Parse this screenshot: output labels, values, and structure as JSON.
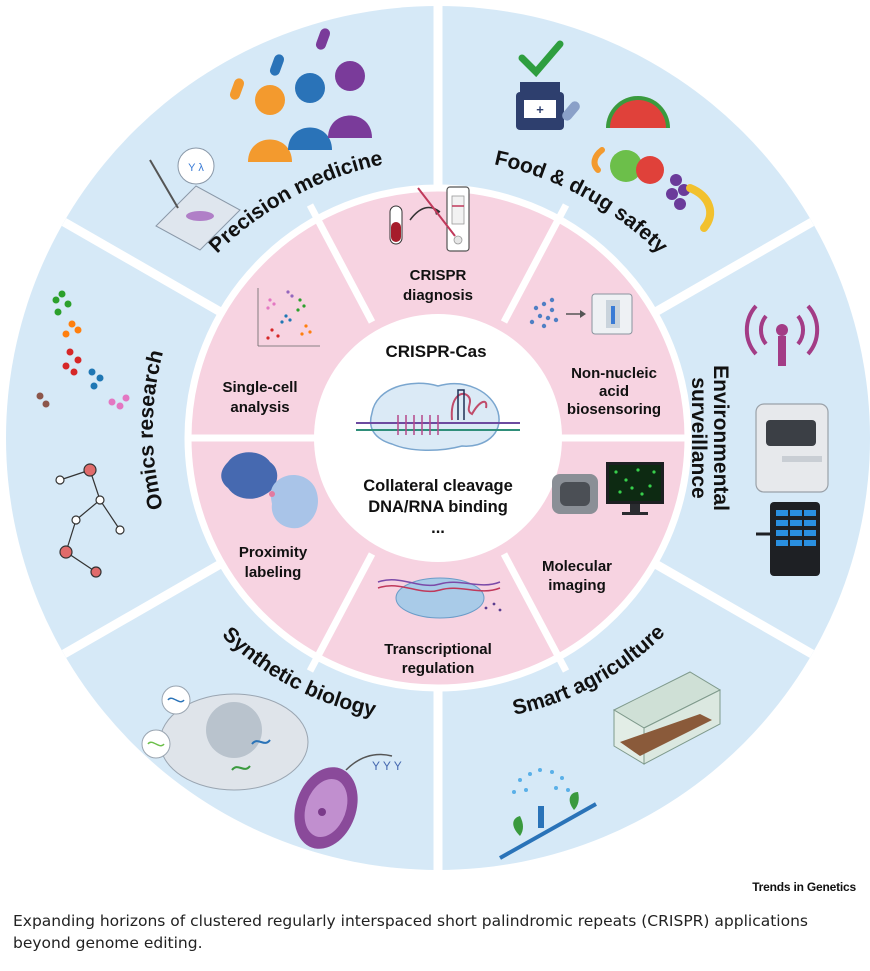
{
  "diagram": {
    "center": {
      "title": "CRISPR-Cas",
      "lines": [
        "Collateral cleavage",
        "DNA/RNA binding",
        "..."
      ]
    },
    "inner_ring": [
      {
        "id": "crispr-diagnosis",
        "lines": [
          "CRISPR",
          "diagnosis"
        ]
      },
      {
        "id": "non-nucleic",
        "lines": [
          "Non-nucleic",
          "acid",
          "biosensoring"
        ]
      },
      {
        "id": "molecular-imaging",
        "lines": [
          "Molecular",
          "imaging"
        ]
      },
      {
        "id": "transcriptional",
        "lines": [
          "Transcriptional",
          "regulation"
        ]
      },
      {
        "id": "proximity",
        "lines": [
          "Proximity",
          "labeling"
        ]
      },
      {
        "id": "single-cell",
        "lines": [
          "Single-cell",
          "analysis"
        ]
      }
    ],
    "outer_ring": [
      {
        "id": "food-drug-safety",
        "label": "Food & drug safety"
      },
      {
        "id": "environmental-surveillance",
        "lines": [
          "Environmental",
          "surveillance"
        ]
      },
      {
        "id": "smart-agriculture",
        "label": "Smart agriculture"
      },
      {
        "id": "synthetic-biology",
        "label": "Synthetic biology"
      },
      {
        "id": "omics-research",
        "label": "Omics research"
      },
      {
        "id": "precision-medicine",
        "label": "Precision medicine"
      }
    ],
    "colors": {
      "outer_ring": "#d6e9f7",
      "inner_ring": "#f7d3e1",
      "center": "#ffffff",
      "divider": "#ffffff",
      "text": "#111111"
    }
  },
  "credit": "Trends in Genetics",
  "caption": "Expanding horizons of clustered regularly interspaced short palindromic repeats (CRISPR) applications beyond genome editing."
}
